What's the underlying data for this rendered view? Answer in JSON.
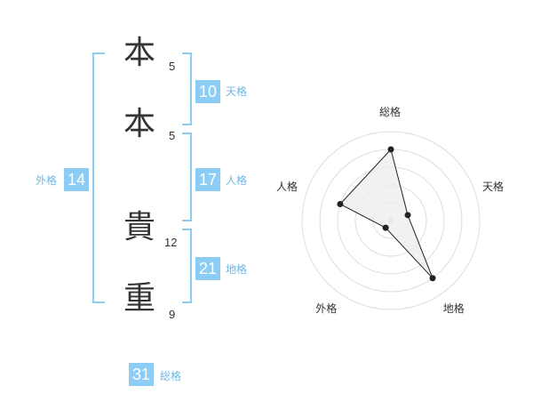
{
  "colors": {
    "bracket": "#8ccdf5",
    "badge_bg": "#8ccdf5",
    "badge_label": "#6fb7e6",
    "kanji": "#333333",
    "radar_line": "#222222",
    "radar_fill": "#eeeeee",
    "ring": "#dddddd"
  },
  "name": {
    "characters": [
      {
        "char": "本",
        "strokes": "5"
      },
      {
        "char": "本",
        "strokes": "5"
      },
      {
        "char": "貴",
        "strokes": "12"
      },
      {
        "char": "重",
        "strokes": "9"
      }
    ]
  },
  "kaku": {
    "tenkaku": {
      "value": "10",
      "label": "天格"
    },
    "jinkaku": {
      "value": "17",
      "label": "人格"
    },
    "chikaku": {
      "value": "21",
      "label": "地格"
    },
    "gaikaku": {
      "value": "14",
      "label": "外格"
    },
    "soukaku": {
      "value": "31",
      "label": "総格"
    }
  },
  "chart_data": {
    "type": "radar",
    "axes": [
      "総格",
      "天格",
      "地格",
      "外格",
      "人格"
    ],
    "values": [
      4,
      1,
      4,
      0.5,
      3
    ],
    "range": [
      0,
      5
    ],
    "grid": true
  }
}
